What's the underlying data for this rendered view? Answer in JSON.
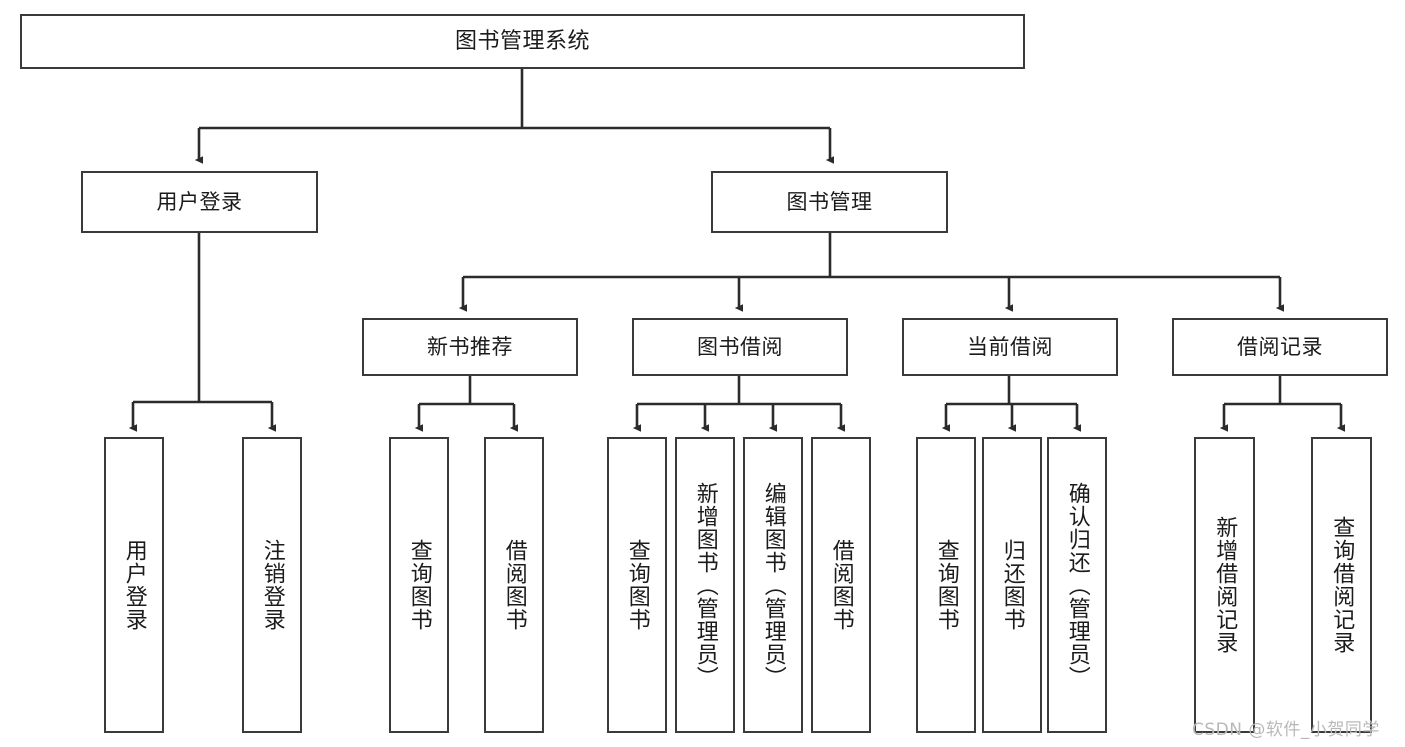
{
  "diagram": {
    "type": "tree",
    "title": "图书管理系统",
    "orientation": "top-down",
    "colors": {
      "box_border": "#3a3a3a",
      "box_fill": "#ffffff",
      "connector": "#2b2b2b",
      "text": "#1b1b1b",
      "watermark": "#b9b9b9"
    },
    "root": {
      "label": "图书管理系统",
      "text_orientation": "horizontal"
    },
    "level2": [
      {
        "label": "用户登录",
        "text_orientation": "horizontal"
      },
      {
        "label": "图书管理",
        "text_orientation": "horizontal"
      }
    ],
    "level3": [
      {
        "label": "新书推荐",
        "text_orientation": "horizontal"
      },
      {
        "label": "图书借阅",
        "text_orientation": "horizontal"
      },
      {
        "label": "当前借阅",
        "text_orientation": "horizontal"
      },
      {
        "label": "借阅记录",
        "text_orientation": "horizontal"
      }
    ],
    "leaves": {
      "user_login": [
        {
          "label": "用户登录",
          "text_orientation": "vertical"
        },
        {
          "label": "注销登录",
          "text_orientation": "vertical"
        }
      ],
      "new_book_recommend": [
        {
          "label": "查询图书",
          "text_orientation": "vertical"
        },
        {
          "label": "借阅图书",
          "text_orientation": "vertical"
        }
      ],
      "book_borrow": [
        {
          "label": "查询图书",
          "text_orientation": "vertical"
        },
        {
          "label": "新增图书（管理员）",
          "text_orientation": "vertical"
        },
        {
          "label": "编辑图书（管理员）",
          "text_orientation": "vertical"
        },
        {
          "label": "借阅图书",
          "text_orientation": "vertical"
        }
      ],
      "current_borrow": [
        {
          "label": "查询图书",
          "text_orientation": "vertical"
        },
        {
          "label": "归还图书",
          "text_orientation": "vertical"
        },
        {
          "label": "确认归还（管理员）",
          "text_orientation": "vertical"
        }
      ],
      "borrow_record": [
        {
          "label": "新增借阅记录",
          "text_orientation": "vertical"
        },
        {
          "label": "查询借阅记录",
          "text_orientation": "vertical"
        }
      ]
    },
    "watermark": "CSDN @软件_小贺同学"
  }
}
